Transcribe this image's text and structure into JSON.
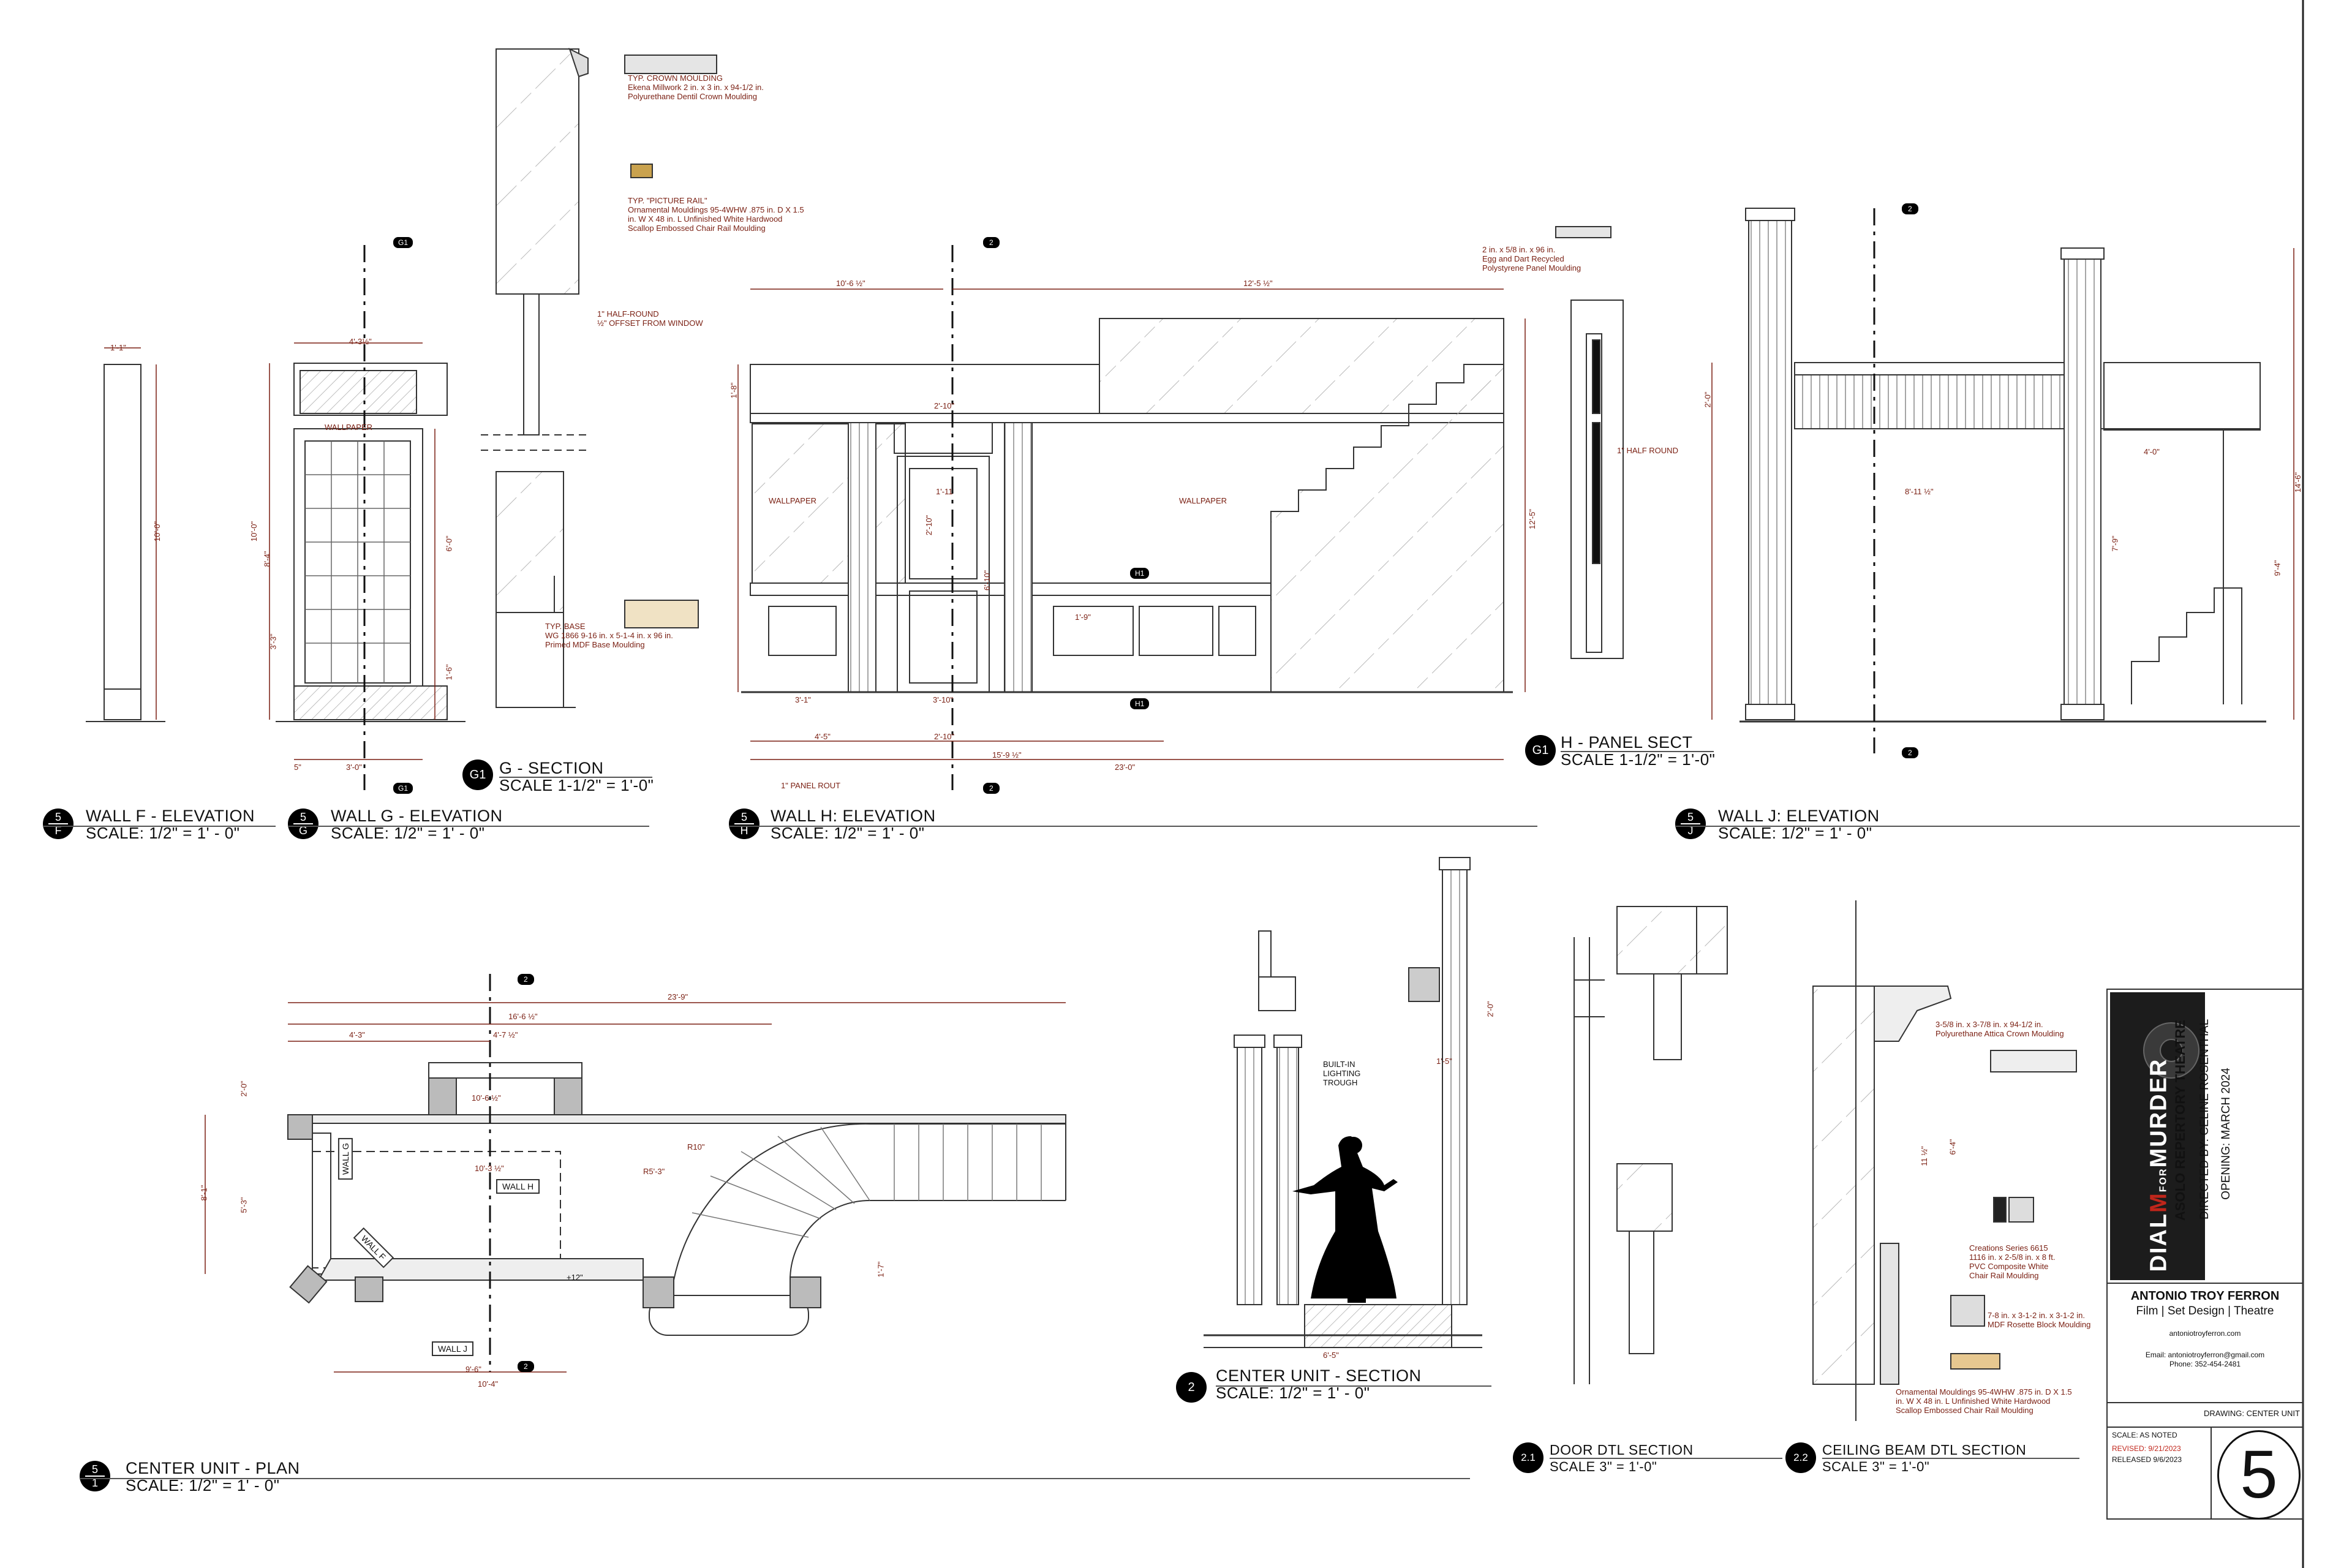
{
  "views": {
    "wall_f": {
      "num": "5",
      "ref": "F",
      "name": "WALL F - ELEVATION",
      "scale": "SCALE: 1/2\" = 1' - 0\""
    },
    "wall_g": {
      "num": "5",
      "ref": "G",
      "name": "WALL G - ELEVATION",
      "scale": "SCALE: 1/2\" = 1' - 0\""
    },
    "g_section": {
      "num": "G1",
      "name": "G - SECTION",
      "scale": "SCALE 1-1/2\" = 1'-0\""
    },
    "wall_h": {
      "num": "5",
      "ref": "H",
      "name": "WALL H: ELEVATION",
      "scale": "SCALE: 1/2\" = 1' - 0\""
    },
    "h_panel": {
      "num": "G1",
      "name": "H - PANEL SECT",
      "scale": "SCALE 1-1/2\" = 1'-0\""
    },
    "wall_j": {
      "num": "5",
      "ref": "J",
      "name": "WALL J: ELEVATION",
      "scale": "SCALE: 1/2\" = 1' - 0\""
    },
    "center_plan": {
      "num": "5",
      "ref": "1",
      "name": "CENTER UNIT - PLAN",
      "scale": "SCALE: 1/2\" = 1' - 0\""
    },
    "center_section": {
      "num": "2",
      "name": "CENTER UNIT - SECTION",
      "scale": "SCALE: 1/2\" = 1' - 0\""
    },
    "door_dtl": {
      "num": "2.1",
      "name": "DOOR DTL SECTION",
      "scale": "SCALE 3\" = 1'-0\""
    },
    "beam_dtl": {
      "num": "2.2",
      "name": "CEILING BEAM DTL SECTION",
      "scale": "SCALE 3\" = 1'-0\""
    }
  },
  "notes": {
    "crown": "TYP. CROWN MOULDING\nEkena Millwork 2 in. x 3 in. x 94-1/2 in.\nPolyurethane Dentil Crown Moulding",
    "picture_rail": "TYP. \"PICTURE RAIL\"\nOrnamental Mouldings 95-4WHW .875 in. D X 1.5\nin. W X 48 in. L Unfinished White Hardwood\nScallop Embossed Chair Rail Moulding",
    "half_round": "1\" HALF-ROUND\n½\" OFFSET FROM WINDOW",
    "base": "TYP. BASE\nWG 1866 9-16 in. x 5-1-4 in. x 96 in.\nPrimed MDF Base Moulding",
    "egg_dart": "2 in. x 5/8 in. x 96 in.\nEgg and Dart Recycled\nPolystyrene Panel Moulding",
    "half_round_h": "1\" HALF ROUND",
    "wallpaper": "WALLPAPER",
    "panel_rout": "1\" PANEL ROUT",
    "lighting": "BUILT-IN\nLIGHTING\nTROUGH",
    "attica": "3-5/8 in. x 3-7/8 in. x 94-1/2 in.\nPolyurethane Attica Crown Moulding",
    "creations": "Creations Series 6615\n1116 in. x 2-5/8 in. x 8 ft.\nPVC Composite White\nChair Rail Moulding",
    "rosette": "7-8 in. x 3-1-2 in. x 3-1-2 in.\nMDF Rosette Block Moulding",
    "ornamental2": "Ornamental Mouldings 95-4WHW .875 in. D X 1.5\nin. W X 48 in. L Unfinished White Hardwood\nScallop Embossed Chair Rail Moulding"
  },
  "dims": {
    "f_top": "1'-1\"",
    "f_h": "10'-0\"",
    "g_w": "4'-3½\"",
    "g_h": "10'-0\"",
    "g_84": "8'-4\"",
    "g_6": "6'-0\"",
    "g_33": "3'-3\"",
    "g_16": "1'-6\"",
    "g_w2": "3'-0\"",
    "g_5": "5\"",
    "h_106": "10'-6 ½\"",
    "h_125": "12'-5 ½\"",
    "h_210": "2'-10\"",
    "h_111": "1'-11",
    "h_2102": "2'-10\"",
    "h_610": "6'-10\"",
    "h_41": "4'-5\"",
    "h_2103": "2'-10\"",
    "h_159": "15'-9 ½\"",
    "h_230": "23'-0\"",
    "h_31": "3'-1\"",
    "h_310": "3'-10\"",
    "h_179": "1'-9\"",
    "h_125b": "12'-5\"",
    "h_18": "1'-8\"",
    "j_811": "8'-11 ½\"",
    "j_40": "4'-0\"",
    "j_20": "2'-0\"",
    "j_146": "14'-6\"",
    "j_94": "9'-4\"",
    "j_79": "7'-9\"",
    "p_239": "23'-9\"",
    "p_166": "16'-6 ½\"",
    "p_43": "4'-3\"",
    "p_47": "4'-7 ½\"",
    "p_106": "10'-6 ½\"",
    "p_103": "10'-3 ½\"",
    "p_81": "8'-1\"",
    "p_53": "5'-3\"",
    "p_20": "2'-0\"",
    "p_96": "9'-6\"",
    "p_104": "10'-4\"",
    "p_r10": "R10\"",
    "p_r53": "R5'-3\"",
    "p_12": "+12\"",
    "p_17": "1'-7\"",
    "s_65": "6'-5\"",
    "s_20": "2'-0\"",
    "s_15": "1'-5\"",
    "s_64": "6'-4\"",
    "s_112": "11 ½\""
  },
  "plan_labels": {
    "wall_g": "WALL G",
    "wall_h": "WALL H",
    "wall_f": "WALL F",
    "wall_j": "WALL J"
  },
  "markers": {
    "g1": "G1",
    "two": "2",
    "h1": "H1"
  },
  "title_block": {
    "show": "ASOLO REPERTORY THEATRE",
    "director": "DIRECTED BY: CELINE ROSENTHAL",
    "opening": "OPENING: MARCH 2024",
    "logo_top": "DIAL",
    "logo_m": "M",
    "logo_for": "FOR",
    "logo_bottom": "MURDER",
    "designer": "ANTONIO TROY FERRON",
    "discipline": "Film | Set Design | Theatre",
    "website": "antoniotroyferron.com",
    "email": "Email: antoniotroyferron@gmail.com",
    "phone": "Phone: 352-454-2481",
    "drawing": "DRAWING: CENTER UNIT",
    "scale": "SCALE: AS NOTED",
    "revised": "REVISED: 9/21/2023",
    "released": "RELEASED 9/6/2023",
    "sheet": "5"
  },
  "colors": {
    "ink": "#111111",
    "dim": "#7a1f12",
    "hatch": "#9a9a9a",
    "accent": "#c0261b"
  }
}
